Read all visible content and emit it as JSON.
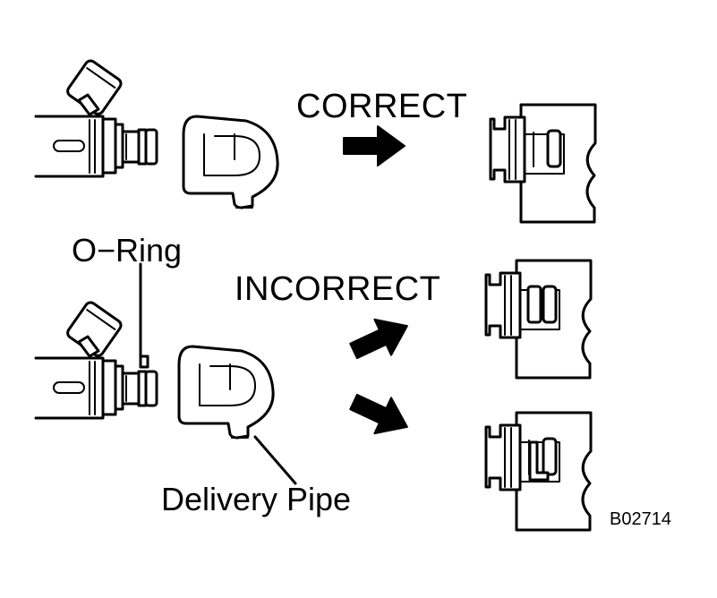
{
  "labels": {
    "correct": "CORRECT",
    "incorrect": "INCORRECT",
    "o_ring": "O−Ring",
    "delivery_pipe": "Delivery Pipe",
    "figure_code": "B02714"
  },
  "colors": {
    "ink": "#000000",
    "paper": "#ffffff"
  }
}
